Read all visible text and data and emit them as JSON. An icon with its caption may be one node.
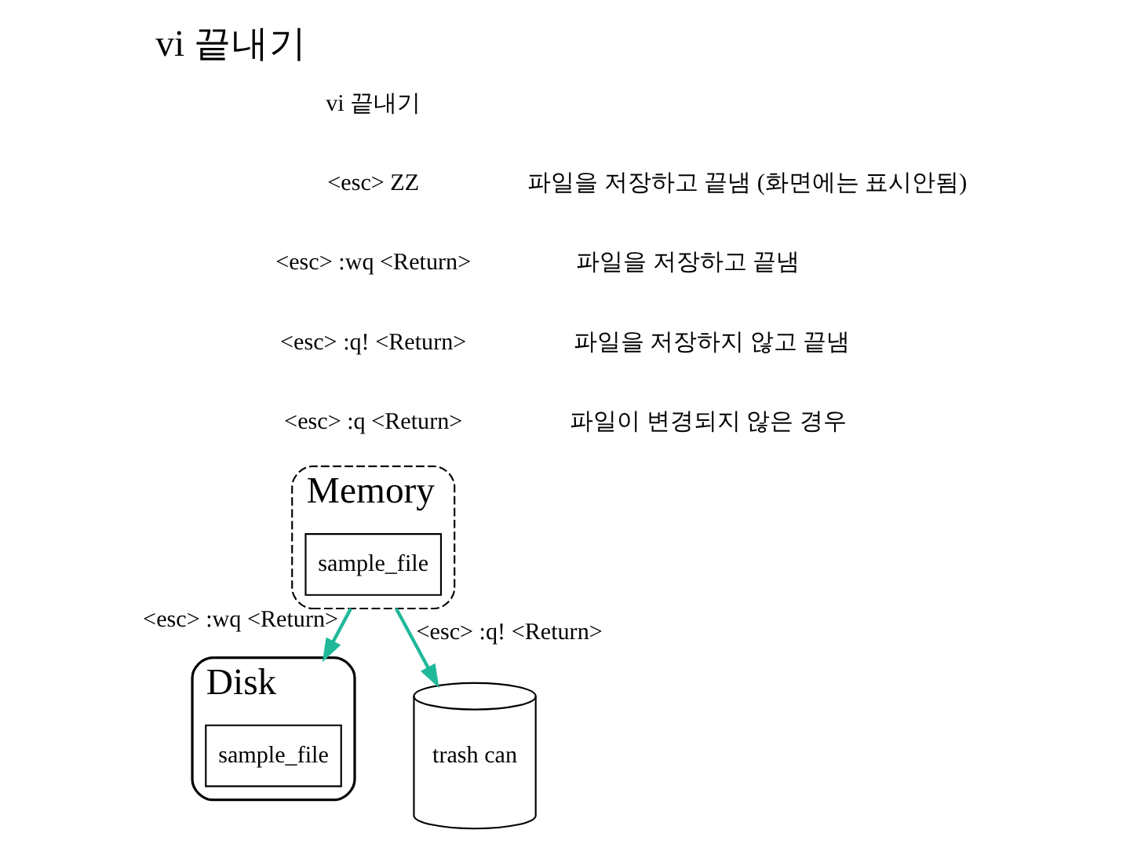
{
  "diagram": {
    "title": "vi 끝내기",
    "nodes": [
      {
        "text": [
          "Disk"
        ]
      },
      {
        "text": [
          "sample_file"
        ],
        "in": 0
      },
      {
        "text": [
          "Memory"
        ]
      },
      {
        "text": [
          "sample_file"
        ],
        "in": 2
      },
      {
        "text": [
          "trash can"
        ]
      }
    ],
    "edges": [
      {
        "from": 2,
        "to": 0,
        "arrow": "to",
        "label": "<esc> :wq <Return>",
        "color": "#1fb99a"
      },
      {
        "from": 2,
        "to": 4,
        "arrow": "to",
        "label": "<esc> :q! <Return>",
        "color": "#1fb99a"
      }
    ],
    "labels": [
      "vi 끝내기",
      "<esc> ZZ",
      "파일을 저장하고 끝냄 (화면에는 표시안됨)",
      "<esc> :wq <Return>",
      "파일을 저장하고 끝냄",
      "<esc> :q! <Return>",
      "파일을 저장하지 않고 끝냄",
      "<esc> :q <Return>",
      "파일이 변경되지 않은 경우"
    ]
  }
}
